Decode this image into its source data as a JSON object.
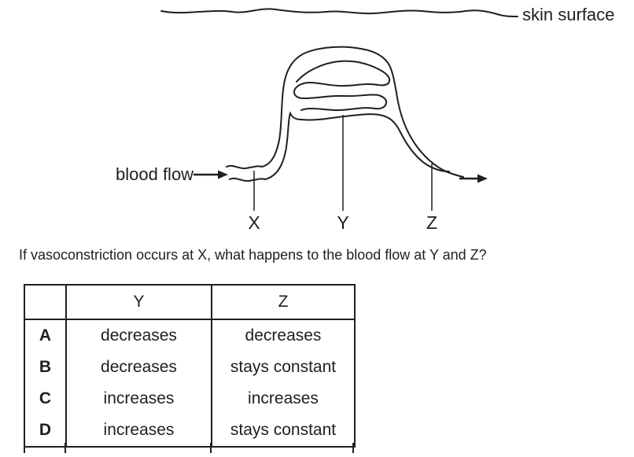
{
  "figure": {
    "skin_surface_label": "skin surface",
    "blood_flow_label": "blood flow",
    "labels": {
      "x": "X",
      "y": "Y",
      "z": "Z"
    }
  },
  "question": {
    "text": "If vasoconstriction occurs at X, what happens to the blood flow at Y and Z?"
  },
  "table": {
    "headers": [
      "",
      "Y",
      "Z"
    ],
    "rows": [
      {
        "option": "A",
        "y": "decreases",
        "z": "decreases"
      },
      {
        "option": "B",
        "y": "decreases",
        "z": "stays constant"
      },
      {
        "option": "C",
        "y": "increases",
        "z": "increases"
      },
      {
        "option": "D",
        "y": "increases",
        "z": "stays constant"
      }
    ]
  },
  "colors": {
    "ink": "#1f1f1f"
  }
}
